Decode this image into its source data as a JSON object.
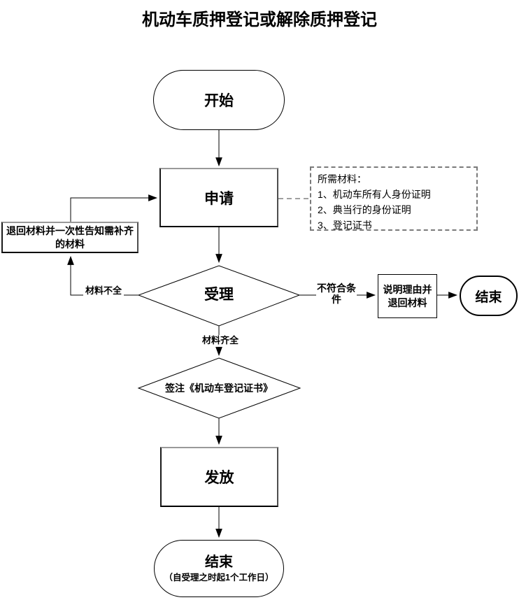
{
  "title": "机动车质押登记或解除质押登记",
  "nodes": {
    "start": {
      "label": "开始"
    },
    "apply": {
      "label": "申请"
    },
    "materials_note": {
      "heading": "所需材料：",
      "item1": "1、机动车所有人身份证明",
      "item2": "2、典当行的身份证明",
      "item3": "3、登记证书"
    },
    "return_materials": {
      "label": "退回材料并一次性告知需补齐的材料"
    },
    "accept": {
      "label": "受理"
    },
    "explain_reason": {
      "label": "说明理由并退回材料"
    },
    "end_right": {
      "label": "结束"
    },
    "sign_certificate": {
      "label": "签注《机动车登记证书》"
    },
    "issue": {
      "label": "发放"
    },
    "end_bottom": {
      "label": "结束",
      "note": "（自受理之时起1个工作日）"
    }
  },
  "edge_labels": {
    "materials_incomplete": "材料不全",
    "not_meet_conditions": "不符合条件",
    "materials_complete": "材料齐全"
  },
  "colors": {
    "background": "#ffffff",
    "line": "#000000",
    "process_border": "#595959",
    "note_border": "#7a7a7a",
    "text": "#000000"
  }
}
